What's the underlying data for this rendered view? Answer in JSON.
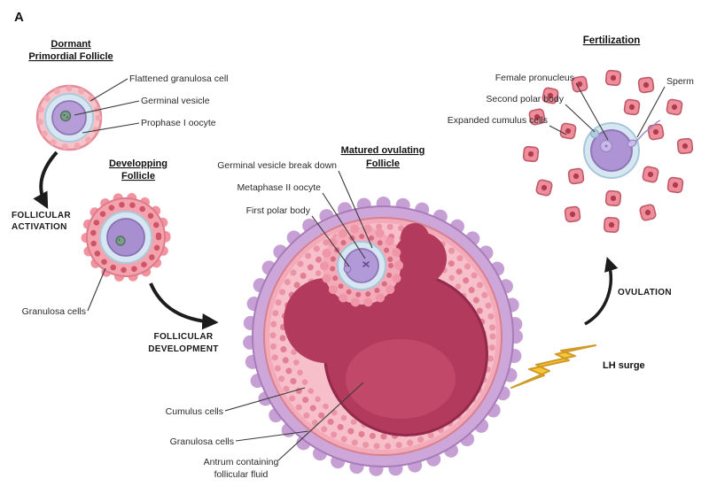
{
  "panel": "A",
  "dormant": {
    "title1": "Dormant",
    "title2": "Primordial Follicle",
    "flattened_granulosa": "Flattened granulosa cell",
    "germinal_vesicle": "Germinal vesicle",
    "prophase_oocyte": "Prophase I oocyte"
  },
  "activation": {
    "line1": "FOLLICULAR",
    "line2": "ACTIVATION"
  },
  "developing": {
    "title1": "Developping",
    "title2": "Follicle",
    "granulosa_cells": "Granulosa cells"
  },
  "development": {
    "line1": "FOLLICULAR",
    "line2": "DEVELOPMENT"
  },
  "matured": {
    "title1": "Matured ovulating",
    "title2": "Follicle",
    "gv_breakdown": "Germinal vesicle break down",
    "metaphase_oocyte": "Metaphase II oocyte",
    "first_polar_body": "First polar body",
    "cumulus_cells": "Cumulus cells",
    "granulosa_cells": "Granulosa cells",
    "antrum1": "Antrum containing",
    "antrum2": "follicular fluid"
  },
  "lh_surge": "LH surge",
  "ovulation": "OVULATION",
  "fertilization": {
    "title": "Fertilization",
    "female_pronucleus": "Female pronucleus",
    "second_polar_body": "Second polar body",
    "expanded_cumulus": "Expanded cumulus cells",
    "sperm": "Sperm"
  },
  "colors": {
    "theca_purple": "#cda6da",
    "granulosa_pink": "#f3abba",
    "zona_blue": "#d6e7f1",
    "oocyte_purple": "#ae94d4",
    "antrum_red": "#b23a5d",
    "germinal_vesicle_green": "#7e9c8a",
    "lh_bolt_yellow": "#f9c637",
    "label_text": "#2b2b2b"
  }
}
